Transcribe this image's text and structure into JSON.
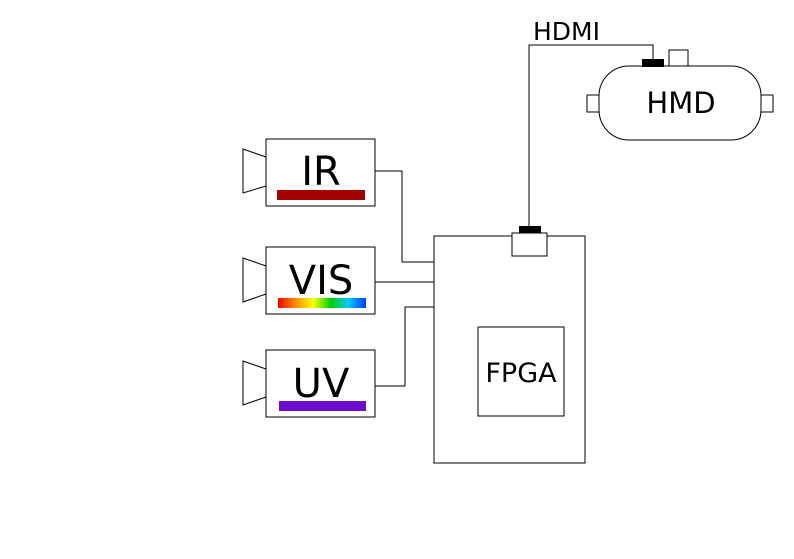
{
  "cameras": [
    {
      "id": "ir",
      "label": "IR",
      "band_colors": [
        "#a50000"
      ]
    },
    {
      "id": "vis",
      "label": "VIS",
      "band_colors": [
        "#ff0000",
        "#ff8c00",
        "#ffff00",
        "#00d000",
        "#00c8ff",
        "#0040ff"
      ]
    },
    {
      "id": "uv",
      "label": "UV",
      "band_colors": [
        "#6a0dcc"
      ]
    }
  ],
  "fpga": {
    "label": "FPGA"
  },
  "hmd": {
    "label": "HMD"
  },
  "cable": {
    "label": "HDMI"
  },
  "colors": {
    "stroke": "#000000",
    "connector": "#000000",
    "background": "#ffffff"
  },
  "icons": [
    "camera-icon",
    "hdmi-connector-icon",
    "vr-headset-icon"
  ]
}
